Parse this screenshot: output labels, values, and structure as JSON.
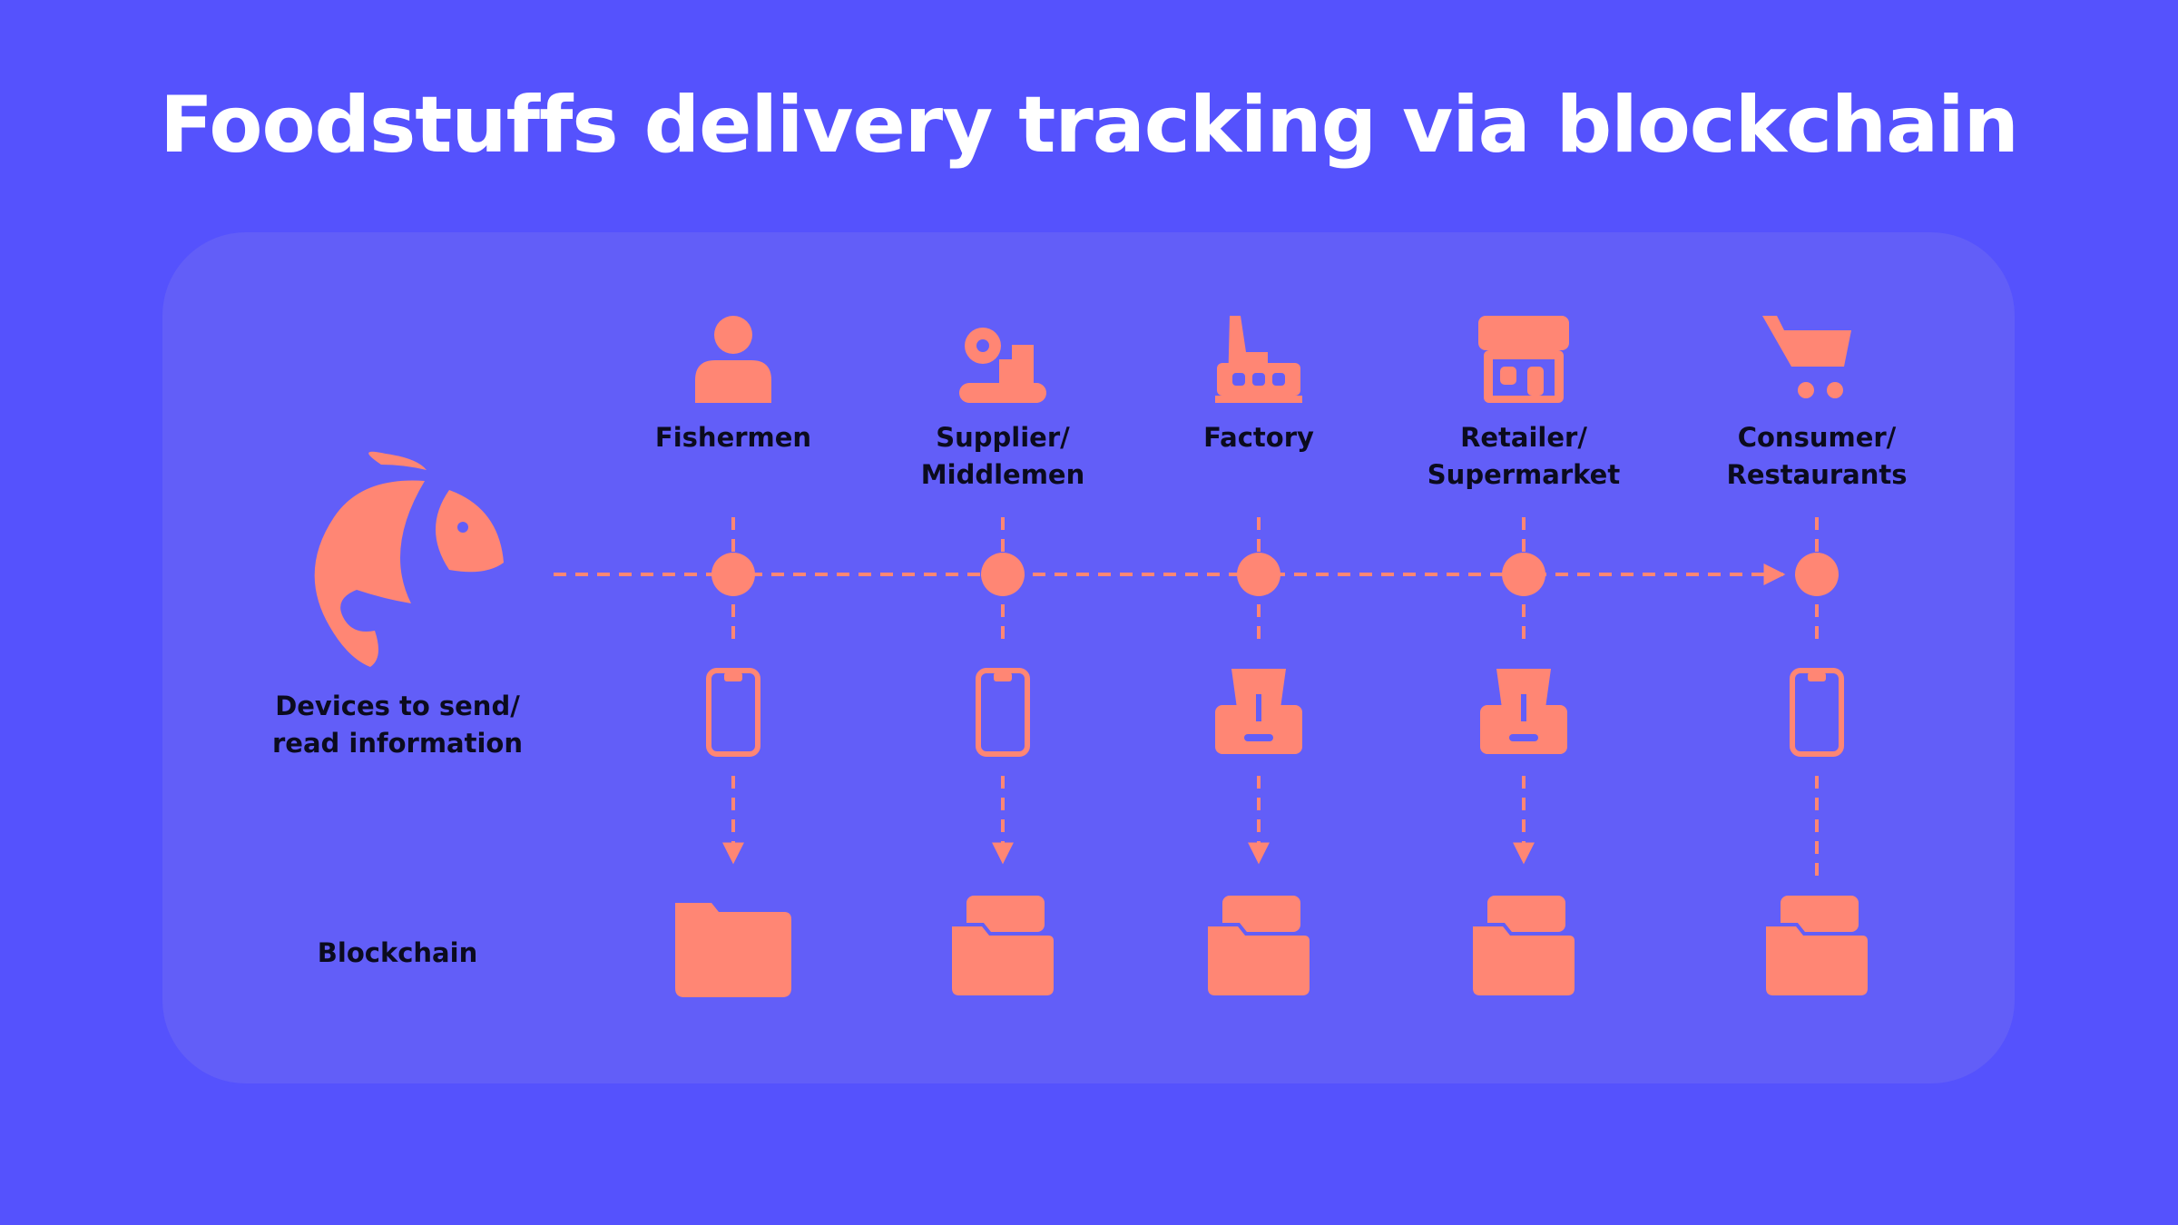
{
  "title": "Foodstuffs delivery tracking via blockchain",
  "rows": {
    "devices_label": "Devices to send/ read information",
    "devices_label_line1": "Devices to send/",
    "devices_label_line2": "read information",
    "blockchain_label": "Blockchain"
  },
  "stages": [
    {
      "line1": "Fishermen",
      "line2": "",
      "icon": "person-icon",
      "device": "smartphone-icon",
      "record": "folder-icon"
    },
    {
      "line1": "Supplier/",
      "line2": "Middlemen",
      "icon": "conveyor-gear-icon",
      "device": "smartphone-icon",
      "record": "folders-icon"
    },
    {
      "line1": "Factory",
      "line2": "",
      "icon": "factory-icon",
      "device": "card-reader-icon",
      "record": "folders-icon"
    },
    {
      "line1": "Retailer/",
      "line2": "Supermarket",
      "icon": "store-icon",
      "device": "card-reader-icon",
      "record": "folders-icon"
    },
    {
      "line1": "Consumer/",
      "line2": "Restaurants",
      "icon": "shopping-cart-icon",
      "device": "smartphone-icon",
      "record": "folders-icon"
    }
  ],
  "colors": {
    "background": "#5552fd",
    "panel": "#625ef8",
    "accent": "#ff8674",
    "text": "#0b0b1e"
  }
}
